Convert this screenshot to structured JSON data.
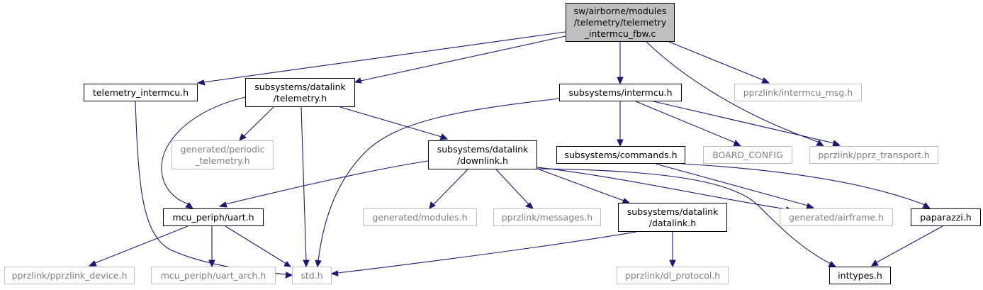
{
  "nodes": {
    "root": [
      "sw/airborne/modules",
      "/telemetry/telemetry",
      "_intermcu_fbw.c"
    ],
    "telemetry_intermcu": [
      "telemetry_intermcu.h"
    ],
    "dl_telemetry": [
      "subsystems/datalink",
      "/telemetry.h"
    ],
    "intermcu": [
      "subsystems/intermcu.h"
    ],
    "intermcu_msg": [
      "pprzlink/intermcu_msg.h"
    ],
    "periodic": [
      "generated/periodic",
      "_telemetry.h"
    ],
    "downlink": [
      "subsystems/datalink",
      "/downlink.h"
    ],
    "commands": [
      "subsystems/commands.h"
    ],
    "board_config": [
      "BOARD_CONFIG"
    ],
    "pprz_transport": [
      "pprzlink/pprz_transport.h"
    ],
    "uart": [
      "mcu_periph/uart.h"
    ],
    "modules": [
      "generated/modules.h"
    ],
    "messages": [
      "pprzlink/messages.h"
    ],
    "datalink": [
      "subsystems/datalink",
      "/datalink.h"
    ],
    "airframe": [
      "generated/airframe.h"
    ],
    "paparazzi": [
      "paparazzi.h"
    ],
    "pprzlink_device": [
      "pprzlink/pprzlink_device.h"
    ],
    "uart_arch": [
      "mcu_periph/uart_arch.h"
    ],
    "std": [
      "std.h"
    ],
    "dl_protocol": [
      "pprzlink/dl_protocol.h"
    ],
    "inttypes": [
      "inttypes.h"
    ]
  },
  "edges": [
    [
      "root",
      "telemetry_intermcu"
    ],
    [
      "root",
      "dl_telemetry"
    ],
    [
      "root",
      "intermcu"
    ],
    [
      "root",
      "intermcu_msg"
    ],
    [
      "root",
      "pprz_transport"
    ],
    [
      "telemetry_intermcu",
      "std"
    ],
    [
      "dl_telemetry",
      "uart"
    ],
    [
      "dl_telemetry",
      "periodic"
    ],
    [
      "dl_telemetry",
      "std"
    ],
    [
      "dl_telemetry",
      "downlink"
    ],
    [
      "intermcu",
      "std"
    ],
    [
      "intermcu",
      "commands"
    ],
    [
      "intermcu",
      "board_config"
    ],
    [
      "intermcu",
      "pprz_transport"
    ],
    [
      "downlink",
      "uart"
    ],
    [
      "downlink",
      "modules"
    ],
    [
      "downlink",
      "messages"
    ],
    [
      "downlink",
      "datalink"
    ],
    [
      "downlink",
      "airframe"
    ],
    [
      "downlink",
      "inttypes"
    ],
    [
      "commands",
      "airframe"
    ],
    [
      "commands",
      "paparazzi"
    ],
    [
      "uart",
      "pprzlink_device"
    ],
    [
      "uart",
      "uart_arch"
    ],
    [
      "uart",
      "std"
    ],
    [
      "datalink",
      "std"
    ],
    [
      "datalink",
      "dl_protocol"
    ],
    [
      "paparazzi",
      "inttypes"
    ]
  ]
}
